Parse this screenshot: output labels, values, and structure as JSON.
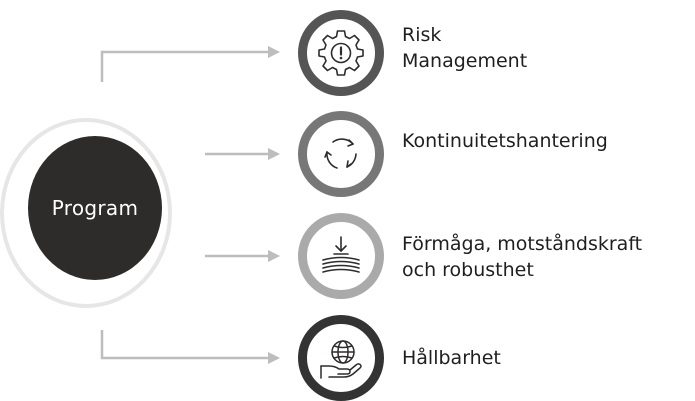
{
  "center": {
    "label": "Program"
  },
  "branches": [
    {
      "label_lines": [
        "Risk",
        "Management"
      ],
      "icon": "gear-warning-icon",
      "ring_color": "#555555"
    },
    {
      "label_lines": [
        "Kontinuitetshantering"
      ],
      "icon": "cycle-arrows-icon",
      "ring_color": "#777777"
    },
    {
      "label_lines": [
        "Förmåga, motståndskraft",
        "och robusthet"
      ],
      "icon": "absorb-pressure-icon",
      "ring_color": "#aaaaaa"
    },
    {
      "label_lines": [
        "Hållbarhet"
      ],
      "icon": "globe-hand-icon",
      "ring_color": "#333333"
    }
  ],
  "colors": {
    "connector": "#bdbdbd",
    "program_fill": "#2e2b2b",
    "icon_stroke": "#2e2b2b"
  }
}
